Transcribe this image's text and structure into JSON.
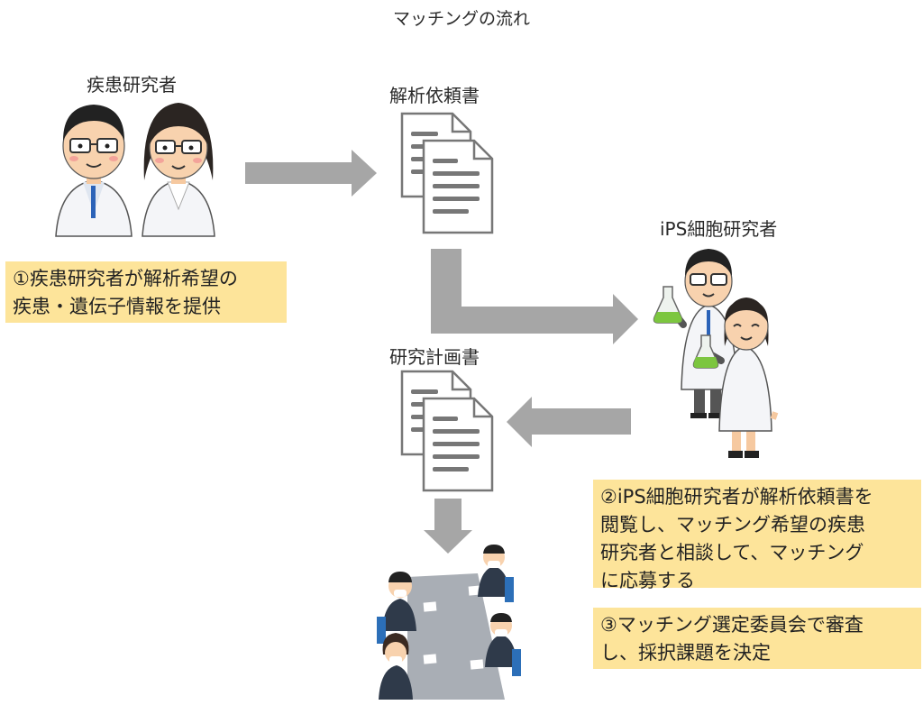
{
  "title": "マッチングの流れ",
  "labels": {
    "disease_researchers": "疾患研究者",
    "request_doc": "解析依頼書",
    "ips_researchers": "iPS細胞研究者",
    "plan_doc": "研究計画書"
  },
  "notes": {
    "step1": [
      "①疾患研究者が解析希望の",
      "疾患・遺伝子情報を提供"
    ],
    "step2": [
      "②iPS細胞研究者が解析依頼書を",
      "閲覧し、マッチング希望の疾患",
      "研究者と相談して、マッチング",
      "に応募する"
    ],
    "step3": [
      "③マッチング選定委員会で審査",
      "し、採択課題を決定"
    ]
  },
  "colors": {
    "arrow": "#a6a6a6",
    "note_bg": "#fde49a",
    "table": "#a9aeb5"
  }
}
